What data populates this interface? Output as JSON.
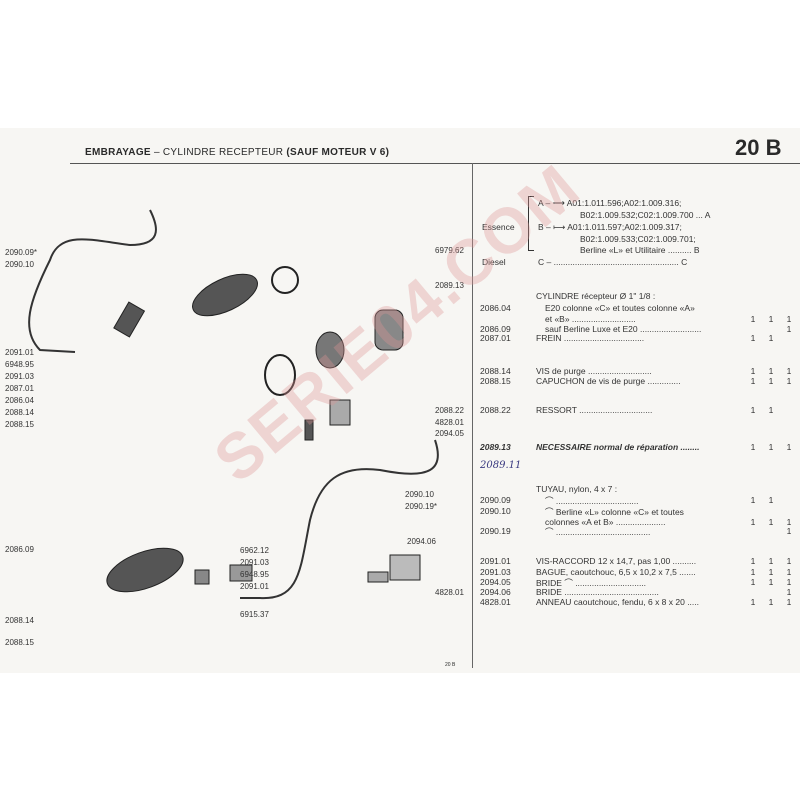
{
  "header": {
    "title": "EMBRAYAGE",
    "subtitle": "– CYLINDRE RECEPTEUR",
    "note": "(SAUF MOTEUR V 6)",
    "page": "20 B",
    "footer": "20 B"
  },
  "watermark": "SERIE04.COM",
  "diagram_labels": [
    "2090.09*",
    "2090.10",
    "6979.62",
    "2089.13",
    "2091.01",
    "6948.95",
    "2091.03",
    "2087.01",
    "2086.04",
    "2088.14",
    "2088.15",
    "2088.22",
    "4828.01",
    "2094.05",
    "2090.10",
    "2090.19*",
    "2086.09",
    "6962.12",
    "2091.03",
    "6948.95",
    "2091.01",
    "6915.37",
    "2094.06",
    "4828.01",
    "2088.14",
    "2088.15"
  ],
  "legend": {
    "essence": "Essence",
    "diesel": "Diesel",
    "a_line1": "A – ⟶ A01:1.011.596;A02:1.009.316;",
    "a_line2": "B02:1.009.532;C02:1.009.700  ... A",
    "b_line1": "B – ⟼ A01:1.011.597;A02:1.009.317;",
    "b_line2": "B02:1.009.533;C02:1.009.701;",
    "b_line3": "Berline «L» et Utilitaire  .......... B",
    "c_line": "C – ..................................................... C"
  },
  "parts": [
    {
      "num": "",
      "desc": "CYLINDRE récepteur Ø 1\" 1/8 :",
      "q": [
        "",
        "",
        ""
      ]
    },
    {
      "num": "2086.04",
      "desc": "E20 colonne «C» et toutes colonne «A»",
      "q": [
        "",
        "",
        ""
      ]
    },
    {
      "num": "",
      "desc": "et «B» ...........................",
      "q": [
        "1",
        "1",
        "1"
      ]
    },
    {
      "num": "2086.09",
      "desc": "sauf Berline Luxe et E20 ..........................",
      "q": [
        "",
        "",
        "1"
      ]
    },
    {
      "num": "2087.01",
      "desc": "FREIN ..................................",
      "q": [
        "1",
        "1",
        ""
      ]
    },
    {
      "num": "2088.14",
      "desc": "VIS de purge ...........................",
      "q": [
        "1",
        "1",
        "1"
      ]
    },
    {
      "num": "2088.15",
      "desc": "CAPUCHON de vis de purge ..............",
      "q": [
        "1",
        "1",
        "1"
      ]
    },
    {
      "num": "2088.22",
      "desc": "RESSORT ...............................",
      "q": [
        "1",
        "1",
        ""
      ]
    },
    {
      "num": "2089.13",
      "desc": "NECESSAIRE normal de réparation ........",
      "q": [
        "1",
        "1",
        "1"
      ]
    },
    {
      "num": "",
      "desc": "TUYAU, nylon, 4 x 7 :",
      "q": [
        "",
        "",
        ""
      ]
    },
    {
      "num": "2090.09",
      "desc": "⌒ ...................................",
      "q": [
        "1",
        "1",
        ""
      ]
    },
    {
      "num": "2090.10",
      "desc": "⌒ Berline «L» colonne «C» et toutes",
      "q": [
        "",
        "",
        ""
      ]
    },
    {
      "num": "",
      "desc": "colonnes «A et B» .....................",
      "q": [
        "1",
        "1",
        "1"
      ]
    },
    {
      "num": "2090.19",
      "desc": "⌒ ........................................",
      "q": [
        "",
        "",
        "1"
      ]
    },
    {
      "num": "2091.01",
      "desc": "VIS-RACCORD 12 x 14,7, pas 1,00 ..........",
      "q": [
        "1",
        "1",
        "1"
      ]
    },
    {
      "num": "2091.03",
      "desc": "BAGUE, caoutchouc, 6,5 x 10,2 x 7,5 .......",
      "q": [
        "1",
        "1",
        "1"
      ]
    },
    {
      "num": "2094.05",
      "desc": "BRIDE ⌒ ..............................",
      "q": [
        "1",
        "1",
        "1"
      ]
    },
    {
      "num": "2094.06",
      "desc": "BRIDE ........................................",
      "q": [
        "",
        "",
        "1"
      ]
    },
    {
      "num": "4828.01",
      "desc": "ANNEAU caoutchouc, fendu, 6 x 8 x 20 .....",
      "q": [
        "1",
        "1",
        "1"
      ]
    }
  ],
  "handwritten": "2089.11"
}
